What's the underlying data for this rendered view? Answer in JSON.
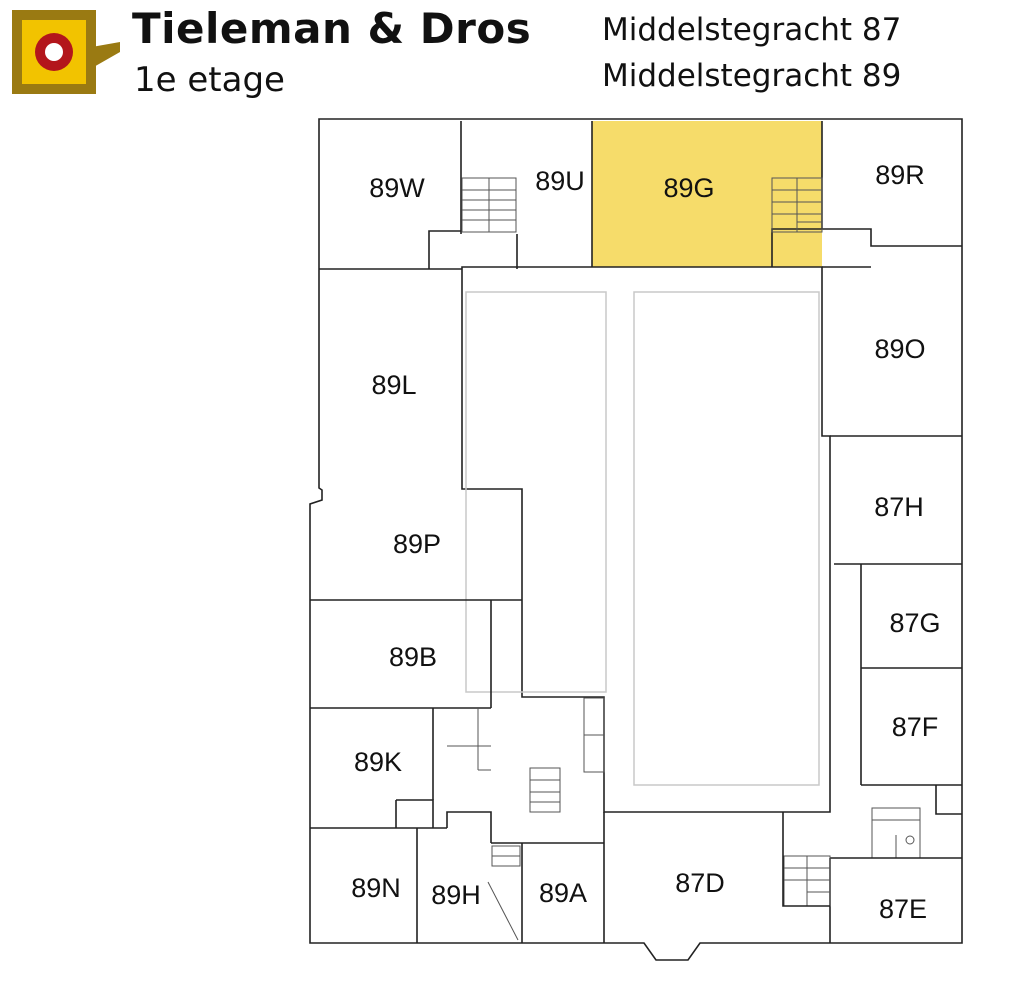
{
  "header": {
    "brand": "Tieleman & Dros",
    "floor": "1e etage",
    "address_1": "Middelstegracht 87",
    "address_2": "Middelstegracht 89"
  },
  "colors": {
    "logo_gold": "#9a7a12",
    "logo_yellow": "#f2c300",
    "logo_red": "#b3161b",
    "highlight": "#f6dc6a"
  },
  "plan": {
    "highlighted_room": "89G",
    "rooms": {
      "r89W": "89W",
      "r89U": "89U",
      "r89G": "89G",
      "r89R": "89R",
      "r89L": "89L",
      "r89O": "89O",
      "r89P": "89P",
      "r87H": "87H",
      "r89B": "89B",
      "r87G": "87G",
      "r87F": "87F",
      "r89K": "89K",
      "r89N": "89N",
      "r89H": "89H",
      "r89A": "89A",
      "r87D": "87D",
      "r87E": "87E"
    }
  }
}
